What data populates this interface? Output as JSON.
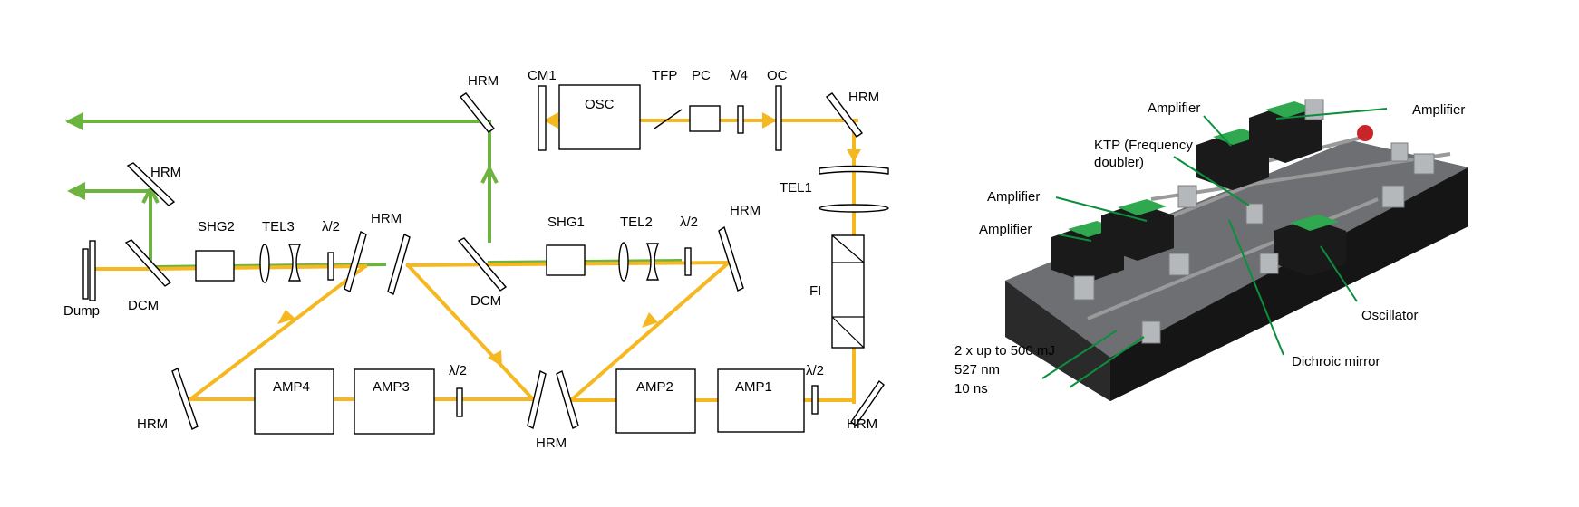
{
  "schematic": {
    "labels": {
      "hrm_top_left": "HRM",
      "cm1": "CM1",
      "osc": "OSC",
      "tfp": "TFP",
      "pc": "PC",
      "quarter_wave": "λ/4",
      "oc": "OC",
      "hrm_top_right": "HRM",
      "hrm_left_upper": "HRM",
      "shg2": "SHG2",
      "tel3": "TEL3",
      "half_wave_left": "λ/2",
      "hrm_mid": "HRM",
      "shg1": "SHG1",
      "tel2": "TEL2",
      "half_wave_mid": "λ/2",
      "hrm_right_mid": "HRM",
      "tel1": "TEL1",
      "dump": "Dump",
      "dcm_left": "DCM",
      "dcm_mid": "DCM",
      "fi": "FI",
      "half_wave_lower": "λ/2",
      "half_wave_right": "λ/2",
      "amp4": "AMP4",
      "amp3": "AMP3",
      "amp2": "AMP2",
      "amp1": "AMP1",
      "hrm_bottom_left": "HRM",
      "hrm_bottom_mid": "HRM",
      "hrm_bottom_right": "HRM"
    },
    "colors": {
      "fundamental_beam": "#F5B820",
      "second_harmonic_beam": "#6DB33F"
    }
  },
  "rendering": {
    "labels": {
      "amplifier_top_left": "Amplifier",
      "amplifier_top_right": "Amplifier",
      "ktp": "KTP (Frequency doubler)",
      "amplifier_mid": "Amplifier",
      "amplifier_low": "Amplifier",
      "oscillator": "Oscillator",
      "dichroic_mirror": "Dichroic mirror",
      "output_energy": "2 x up to 500 mJ",
      "output_wavelength": "527 nm",
      "output_duration": "10 ns"
    },
    "colors": {
      "leader_lines": "#0B8F3C",
      "plate": "#6E6F72",
      "base": "#1E1E1E"
    }
  }
}
